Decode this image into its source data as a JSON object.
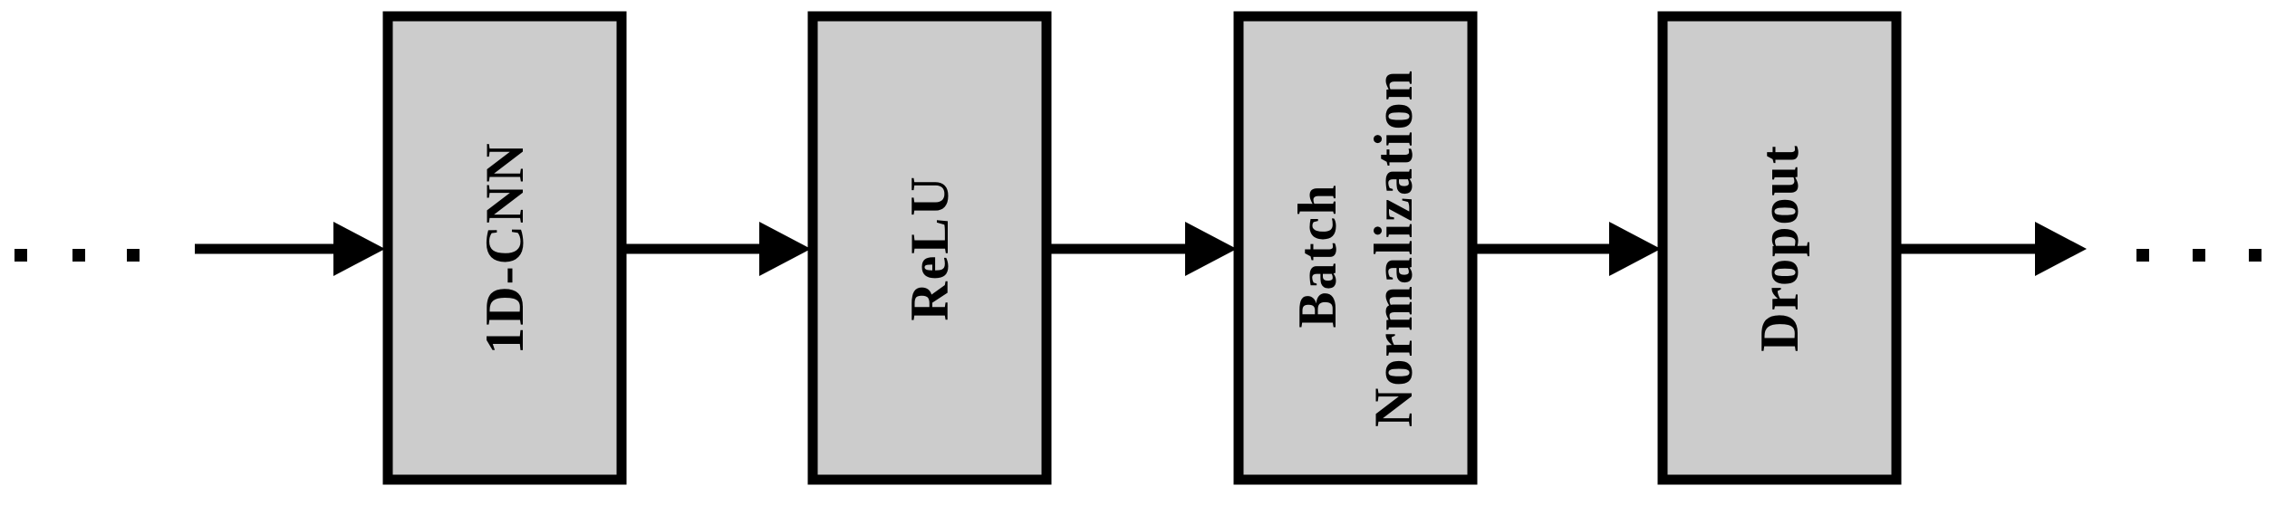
{
  "diagram": {
    "leading_ellipsis": "...",
    "trailing_ellipsis": "...",
    "blocks": [
      {
        "id": "1d-cnn",
        "lines": [
          "1D-CNN"
        ]
      },
      {
        "id": "relu",
        "lines": [
          "ReLU"
        ]
      },
      {
        "id": "batch-normalization",
        "lines": [
          "Batch",
          "Normalization"
        ]
      },
      {
        "id": "dropout",
        "lines": [
          "Dropout"
        ]
      }
    ],
    "colors": {
      "block_fill": "#cccccc",
      "stroke": "#000000",
      "background": "#ffffff"
    }
  }
}
